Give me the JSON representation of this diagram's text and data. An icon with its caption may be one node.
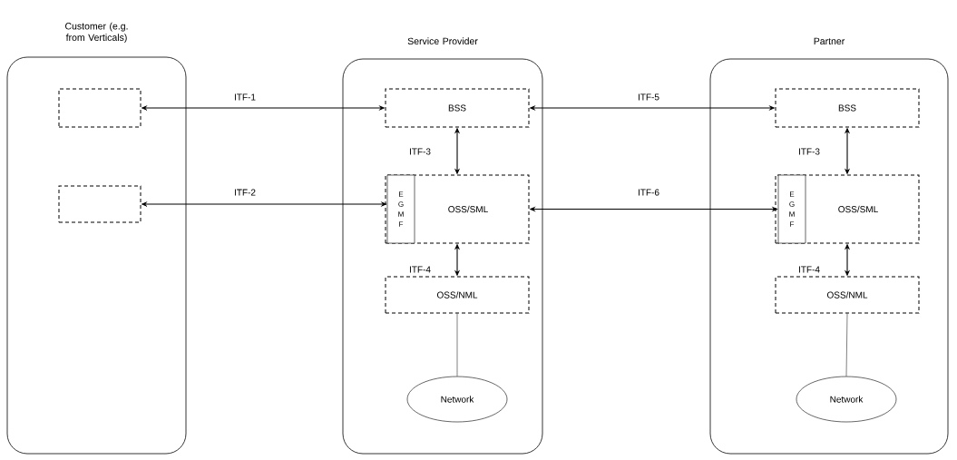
{
  "diagram": {
    "nodes": [
      {
        "text": [
          "Customer (e.g. from Verticals)"
        ]
      },
      {
        "text": [],
        "shape": "box",
        "in": 0
      },
      {
        "text": [],
        "shape": "box",
        "in": 0
      },
      {
        "text": [
          "Service Provider"
        ]
      },
      {
        "text": [
          "BSS"
        ],
        "in": 3
      },
      {
        "text": [
          "OSS/SML"
        ],
        "in": 3
      },
      {
        "text": [
          "E G M F"
        ],
        "in": 5
      },
      {
        "text": [
          "OSS/NML"
        ],
        "in": 3
      },
      {
        "text": [
          "Network"
        ],
        "in": 3
      },
      {
        "text": [
          "Partner"
        ]
      },
      {
        "text": [
          "BSS"
        ],
        "in": 9
      },
      {
        "text": [
          "OSS/SML"
        ],
        "in": 9
      },
      {
        "text": [
          "E G M F"
        ],
        "in": 11
      },
      {
        "text": [
          "OSS/NML"
        ],
        "in": 9
      },
      {
        "text": [
          "Network"
        ],
        "in": 9
      }
    ],
    "edges": [
      {
        "from": 1,
        "to": 4,
        "arrow": "both",
        "label": "ITF-1"
      },
      {
        "from": 2,
        "to": 6,
        "arrow": "both",
        "label": "ITF-2"
      },
      {
        "from": 4,
        "to": 5,
        "arrow": "both",
        "label": "ITF-3"
      },
      {
        "from": 5,
        "to": 7,
        "arrow": "both",
        "label": "ITF-4"
      },
      {
        "from": 7,
        "to": 8,
        "arrow": "none"
      },
      {
        "from": 4,
        "to": 10,
        "arrow": "both",
        "label": "ITF-5"
      },
      {
        "from": 5,
        "to": 12,
        "arrow": "both",
        "label": "ITF-6"
      },
      {
        "from": 10,
        "to": 11,
        "arrow": "both",
        "label": "ITF-3"
      },
      {
        "from": 11,
        "to": 13,
        "arrow": "both",
        "label": "ITF-4"
      },
      {
        "from": 13,
        "to": 14,
        "arrow": "none"
      }
    ]
  }
}
